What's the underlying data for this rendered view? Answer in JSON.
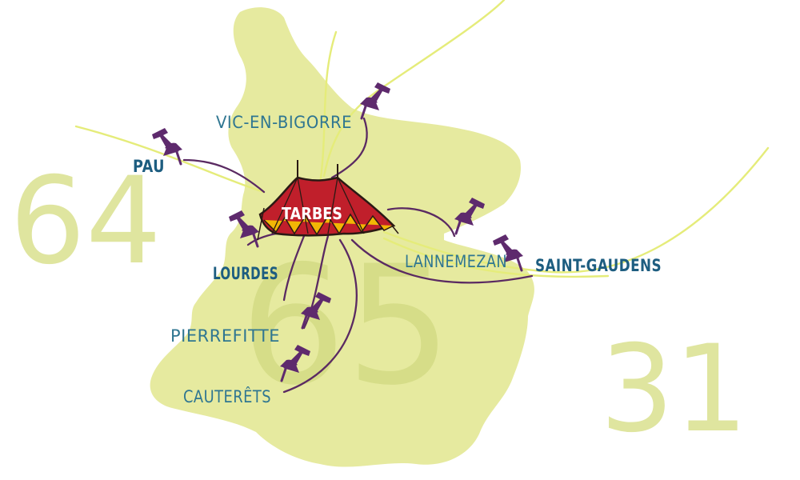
{
  "departments": {
    "west": "64",
    "center": "65",
    "east": "31"
  },
  "hub": {
    "name": "TARBES",
    "icon": "circus-tent-icon",
    "colors": {
      "tent_red": "#c01f2b",
      "tent_yellow": "#f2b705",
      "tent_outline": "#2a1a14"
    }
  },
  "destinations": [
    {
      "name": "VIC-EN-BIGORRE",
      "style": "minor",
      "has_pin": true
    },
    {
      "name": "PAU",
      "style": "major",
      "has_pin": true
    },
    {
      "name": "LOURDES",
      "style": "major",
      "has_pin": true
    },
    {
      "name": "PIERREFITTE",
      "style": "minor",
      "has_pin": true
    },
    {
      "name": "CAUTERÊTS",
      "style": "minor",
      "has_pin": true
    },
    {
      "name": "LANNEMEZAN",
      "style": "minor",
      "has_pin": true
    },
    {
      "name": "SAINT-GAUDENS",
      "style": "major",
      "has_pin": true
    }
  ],
  "colors": {
    "region_fill": "#e6ea9f",
    "number_fill": "#dfe59f",
    "route": "#5a2a62",
    "pin": "#5e2a6d",
    "road": "#e5ec7a",
    "label_major": "#1d5d80",
    "label_minor": "#2f7691"
  },
  "icons": {
    "pin": "push-pin-icon"
  }
}
